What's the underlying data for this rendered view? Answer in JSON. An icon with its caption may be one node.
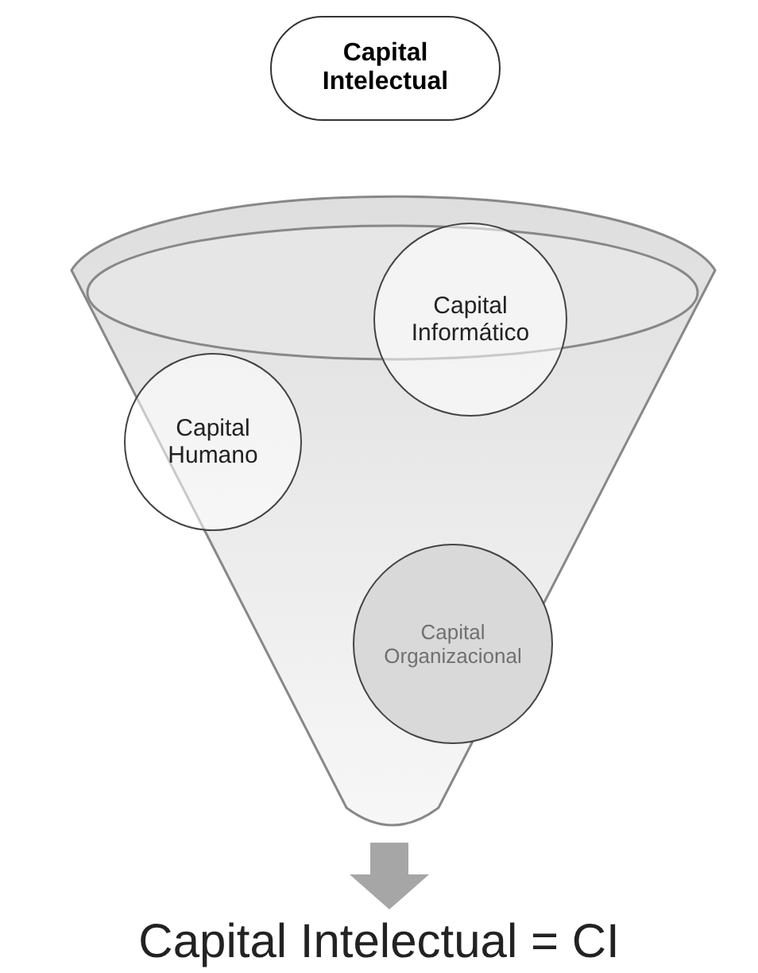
{
  "diagram": {
    "nodes": [
      {
        "text": [
          "Capital Intelectual"
        ]
      },
      {
        "text": [],
        "shape": "funnel"
      },
      {
        "text": [
          "Capital Humano"
        ],
        "in": 1
      },
      {
        "text": [
          "Capital Informático"
        ],
        "in": 1
      },
      {
        "text": [
          "Capital Organizacional"
        ],
        "in": 1
      },
      {
        "text": [
          "Capital Intelectual = CI"
        ]
      }
    ],
    "edges": [
      {
        "from": 1,
        "to": 5,
        "arrow": "to"
      }
    ]
  }
}
